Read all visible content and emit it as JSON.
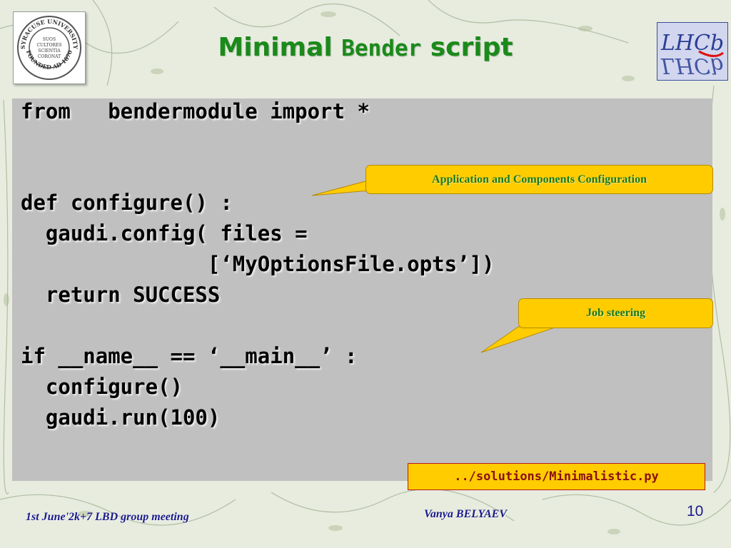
{
  "slide": {
    "title_part1": "Minimal",
    "title_part2": "Bender",
    "title_part3": "script",
    "number": "10"
  },
  "logos": {
    "left": {
      "icon": "syracuse-university-seal",
      "text_top": "SYRACUSE UNIVERSITY",
      "text_bottom": "FOUNDED AD 1870",
      "center": [
        "SUOS",
        "CULTORES",
        "SCIENTIA",
        "CORONAT"
      ]
    },
    "right": {
      "icon": "lhcb-logo",
      "text": "LHCb"
    }
  },
  "code": {
    "lines": [
      "from   bendermodule import *",
      "def configure() :",
      "  gaudi.config( files =",
      "               [‘MyOptionsFile.opts’])",
      "  return SUCCESS",
      "if __name__ == ‘__main__’ :",
      "  configure()",
      "  gaudi.run(100)"
    ]
  },
  "callouts": {
    "config": "Application and Components Configuration",
    "steering": "Job steering"
  },
  "solution_path": "../solutions/Minimalistic.py",
  "footer": {
    "left": "1st June'2k+7  LBD group meeting",
    "center": "Vanya  BELYAEV"
  },
  "colors": {
    "title": "#1a8a1a",
    "callout_bg": "#ffcc00",
    "code_panel": "#c0c0c0",
    "footer_text": "#1a1a8a",
    "path_text": "#8a1010"
  }
}
